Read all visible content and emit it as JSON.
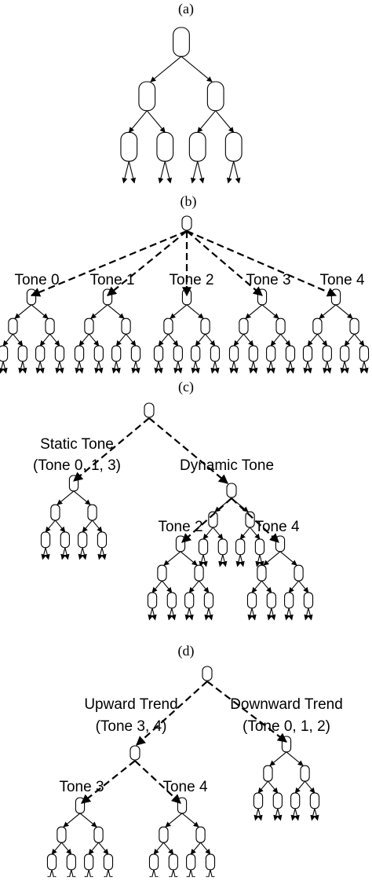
{
  "panels": {
    "a": {
      "caption": "(a)"
    },
    "b": {
      "caption": "(b)",
      "branch_labels": [
        "Tone 0",
        "Tone 1",
        "Tone 2",
        "Tone 3",
        "Tone 4"
      ]
    },
    "c": {
      "caption": "(c)",
      "static_label": [
        "Static Tone",
        "(Tone 0, 1, 3)"
      ],
      "dynamic_label": "Dynamic Tone",
      "sub_labels": [
        "Tone 2",
        "Tone 4"
      ]
    },
    "d": {
      "caption": "(d)",
      "upward_label": [
        "Upward Trend",
        "(Tone 3, 4)"
      ],
      "downward_label": [
        "Downward Trend",
        "(Tone 0, 1, 2)"
      ],
      "sub_labels": [
        "Tone 3",
        "Tone 4"
      ]
    }
  }
}
